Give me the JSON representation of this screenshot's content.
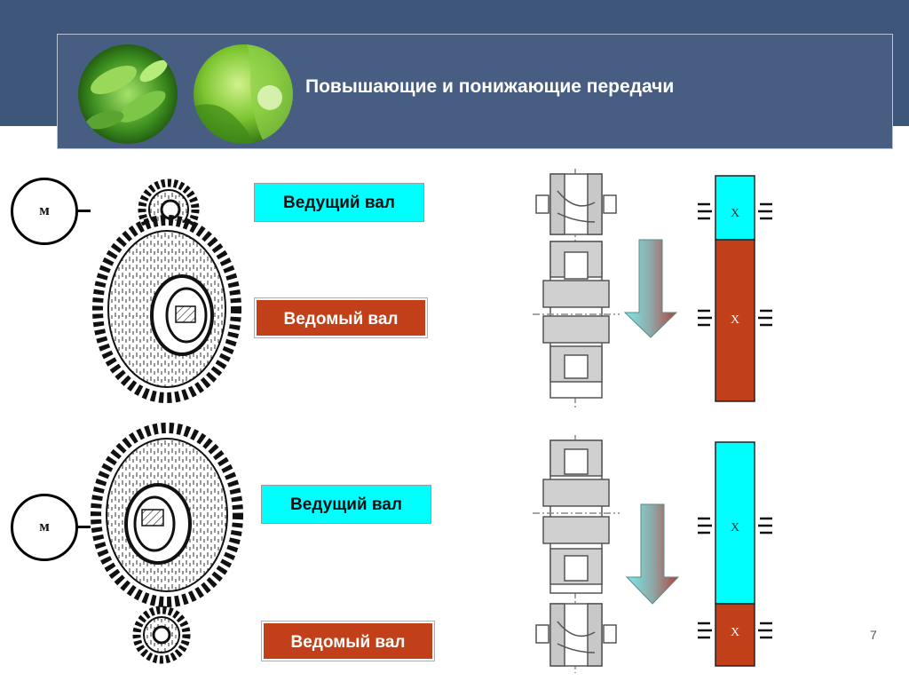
{
  "title": "Повышающие и понижающие передачи",
  "motor_label": "м",
  "top_diagram": {
    "driving_label": "Ведущий вал",
    "driven_label": "Ведомый вал"
  },
  "bottom_diagram": {
    "driving_label": "Ведущий вал",
    "driven_label": "Ведомый вал"
  },
  "scheme_symbol": "X",
  "page_number": "7",
  "colors": {
    "header": "#3e5679",
    "driving": "#00ffff",
    "driven": "#c1401a"
  }
}
